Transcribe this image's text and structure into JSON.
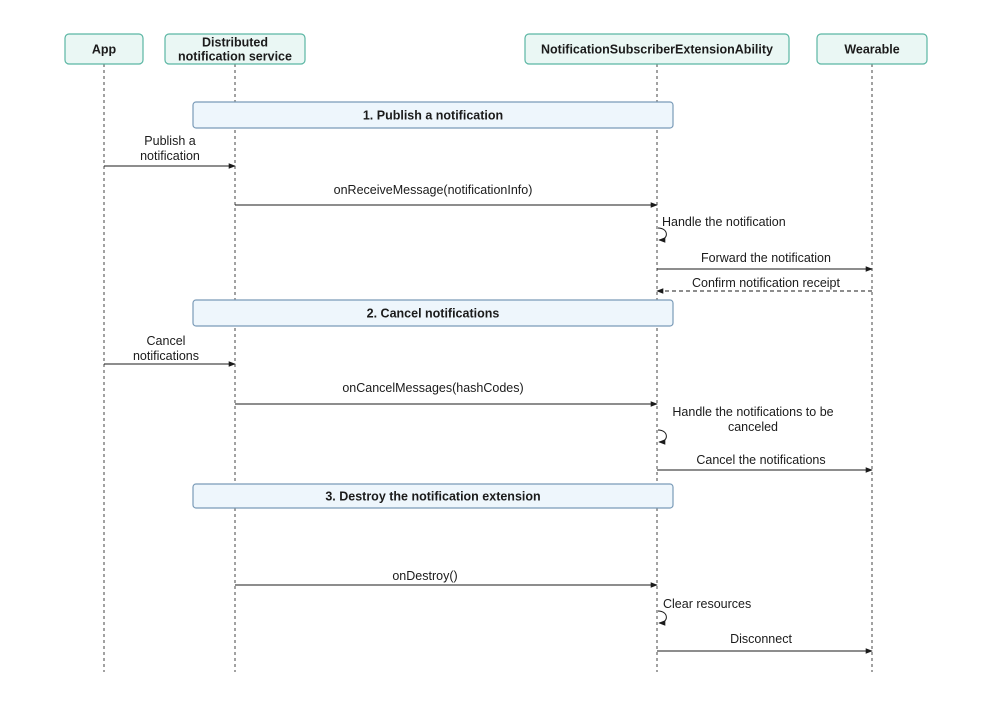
{
  "actors": [
    {
      "id": "app",
      "lines": [
        "App"
      ]
    },
    {
      "id": "dns",
      "lines": [
        "Distributed",
        "notification service"
      ]
    },
    {
      "id": "nsea",
      "lines": [
        "NotificationSubscriberExtensionAbility"
      ]
    },
    {
      "id": "wearable",
      "lines": [
        "Wearable"
      ]
    }
  ],
  "phases": [
    {
      "label": "1. Publish a notification"
    },
    {
      "label": "2. Cancel notifications"
    },
    {
      "label": "3. Destroy the notification extension"
    }
  ],
  "messages": [
    {
      "from": "app",
      "to": "dns",
      "lines": [
        "Publish a",
        "notification"
      ],
      "style": "solid"
    },
    {
      "from": "dns",
      "to": "nsea",
      "lines": [
        "onReceiveMessage(notificationInfo)"
      ],
      "style": "solid"
    },
    {
      "from": "nsea",
      "to": "nsea",
      "lines": [
        "Handle the notification"
      ],
      "style": "self"
    },
    {
      "from": "nsea",
      "to": "wearable",
      "lines": [
        "Forward the notification"
      ],
      "style": "solid"
    },
    {
      "from": "wearable",
      "to": "nsea",
      "lines": [
        "Confirm notification receipt"
      ],
      "style": "dashed"
    },
    {
      "from": "app",
      "to": "dns",
      "lines": [
        "Cancel",
        "notifications"
      ],
      "style": "solid"
    },
    {
      "from": "dns",
      "to": "nsea",
      "lines": [
        "onCancelMessages(hashCodes)"
      ],
      "style": "solid"
    },
    {
      "from": "nsea",
      "to": "nsea",
      "lines": [
        "Handle the notifications to be",
        "canceled"
      ],
      "style": "self"
    },
    {
      "from": "nsea",
      "to": "wearable",
      "lines": [
        "Cancel the notifications"
      ],
      "style": "solid"
    },
    {
      "from": "dns",
      "to": "nsea",
      "lines": [
        "onDestroy()"
      ],
      "style": "solid"
    },
    {
      "from": "nsea",
      "to": "nsea",
      "lines": [
        "Clear resources"
      ],
      "style": "self"
    },
    {
      "from": "nsea",
      "to": "wearable",
      "lines": [
        "Disconnect"
      ],
      "style": "solid"
    }
  ],
  "colors": {
    "actor_fill": "#eaf7f4",
    "actor_border": "#5bb6a3",
    "phase_fill": "#eef6fc",
    "phase_border": "#7a9bb8",
    "line": "#1b1b1b"
  }
}
